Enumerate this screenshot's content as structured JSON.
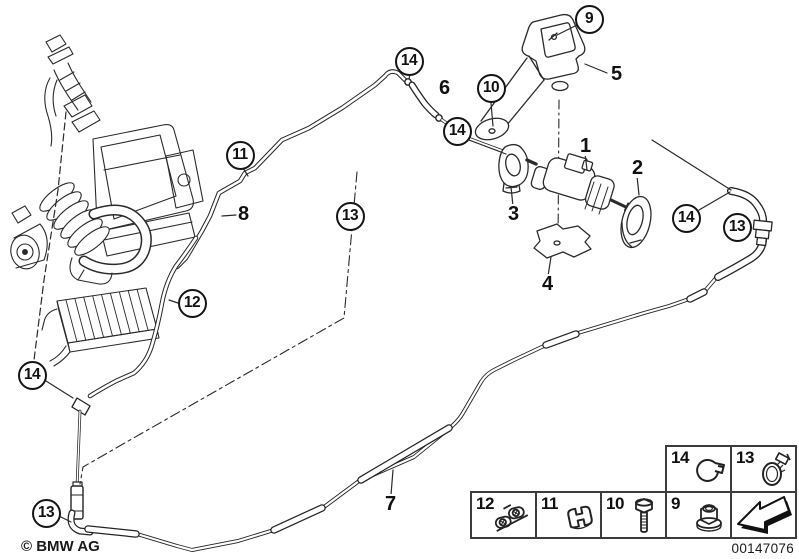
{
  "page": {
    "background": "#ffffff",
    "line_color": "#222222"
  },
  "branding": {
    "copyright": "© BMW AG",
    "doc_number": "00147076"
  },
  "diagram": {
    "callouts": [
      {
        "label": "9"
      },
      {
        "label": "14"
      },
      {
        "label": "10"
      },
      {
        "label": "14"
      },
      {
        "label": "11"
      },
      {
        "label": "13"
      },
      {
        "label": "14"
      },
      {
        "label": "13"
      },
      {
        "label": "12"
      },
      {
        "label": "14"
      },
      {
        "label": "13"
      }
    ],
    "part_labels": [
      {
        "label": "6"
      },
      {
        "label": "5"
      },
      {
        "label": "1"
      },
      {
        "label": "2"
      },
      {
        "label": "8"
      },
      {
        "label": "3"
      },
      {
        "label": "4"
      },
      {
        "label": "7"
      }
    ]
  },
  "legend": {
    "top_row": [
      {
        "label": "14",
        "icon": "one-ear-clamp-icon"
      },
      {
        "label": "13",
        "icon": "worm-drive-clamp-icon"
      }
    ],
    "bottom_row": [
      {
        "label": "12",
        "icon": "line-holder-icon"
      },
      {
        "label": "11",
        "icon": "line-clip-icon"
      },
      {
        "label": "10",
        "icon": "hex-bolt-icon"
      },
      {
        "label": "9",
        "icon": "flange-nut-icon"
      },
      {
        "label": "",
        "icon": "direction-arrow-icon"
      }
    ]
  }
}
